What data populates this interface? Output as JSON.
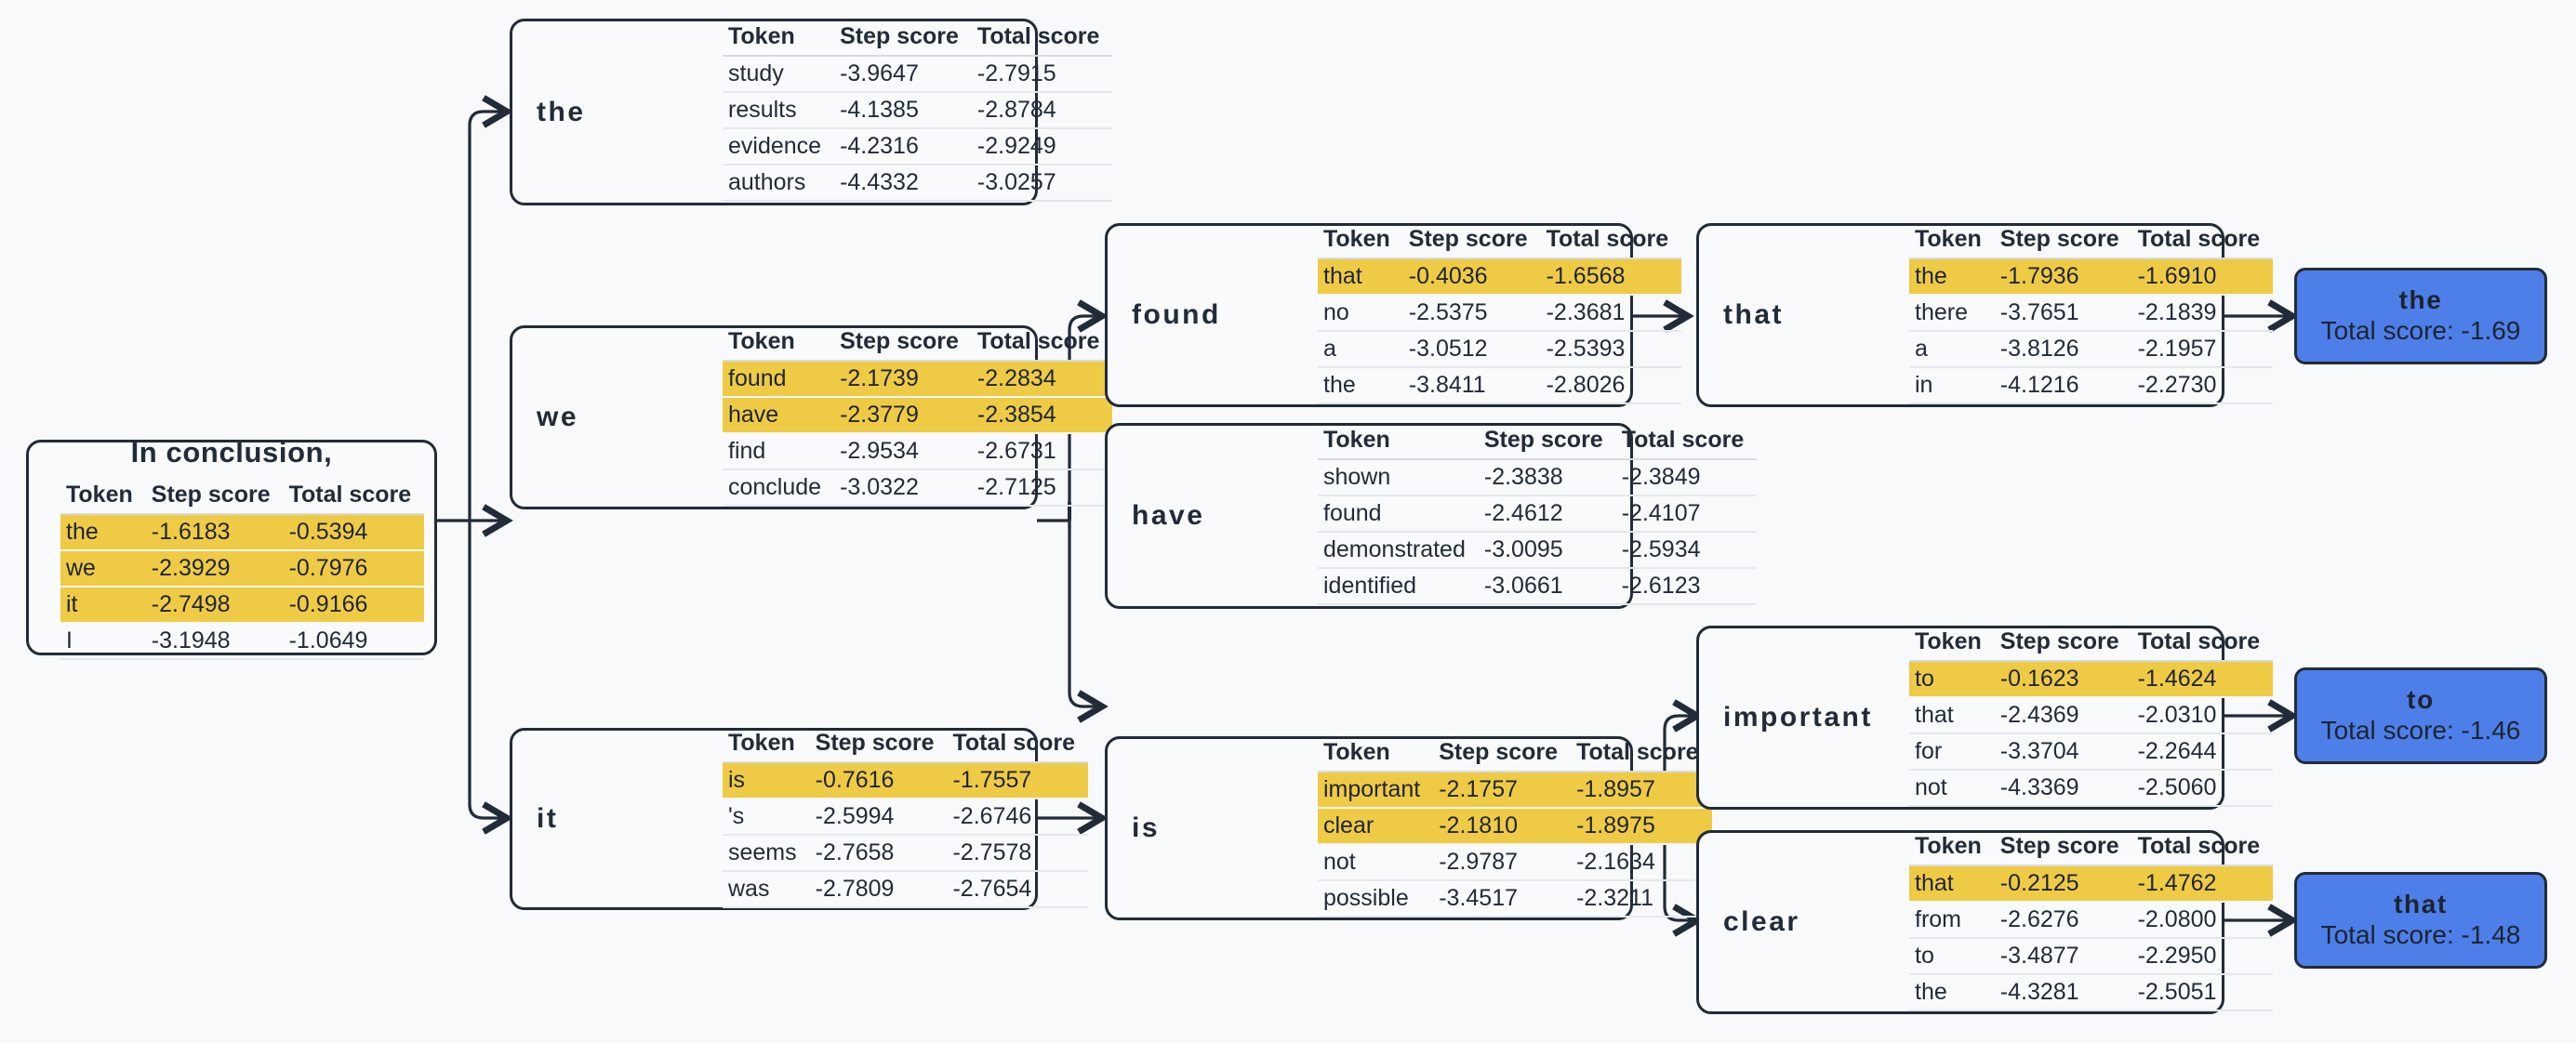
{
  "meta": {
    "background_color": "#f7f9fa",
    "node_border_color": "#222b38",
    "highlight_color": "#efcb45",
    "terminal_color": "#4e7fe8",
    "columns": [
      "Token",
      "Step score",
      "Total score"
    ]
  },
  "columns": {
    "token": "Token",
    "step_score": "Step score",
    "total_score": "Total score"
  },
  "nodes": {
    "root": {
      "title": "In conclusion,",
      "rows": [
        {
          "token": "the",
          "step": "-1.6183",
          "total": "-0.5394",
          "highlight": true
        },
        {
          "token": "we",
          "step": "-2.3929",
          "total": "-0.7976",
          "highlight": true
        },
        {
          "token": "it",
          "step": "-2.7498",
          "total": "-0.9166",
          "highlight": true
        },
        {
          "token": "I",
          "step": "-3.1948",
          "total": "-1.0649",
          "highlight": false
        }
      ]
    },
    "the": {
      "label": "the",
      "rows": [
        {
          "token": "study",
          "step": "-3.9647",
          "total": "-2.7915",
          "highlight": false
        },
        {
          "token": "results",
          "step": "-4.1385",
          "total": "-2.8784",
          "highlight": false
        },
        {
          "token": "evidence",
          "step": "-4.2316",
          "total": "-2.9249",
          "highlight": false
        },
        {
          "token": "authors",
          "step": "-4.4332",
          "total": "-3.0257",
          "highlight": false
        }
      ]
    },
    "we": {
      "label": "we",
      "rows": [
        {
          "token": "found",
          "step": "-2.1739",
          "total": "-2.2834",
          "highlight": true
        },
        {
          "token": "have",
          "step": "-2.3779",
          "total": "-2.3854",
          "highlight": true
        },
        {
          "token": "find",
          "step": "-2.9534",
          "total": "-2.6731",
          "highlight": false
        },
        {
          "token": "conclude",
          "step": "-3.0322",
          "total": "-2.7125",
          "highlight": false
        }
      ]
    },
    "it": {
      "label": "it",
      "rows": [
        {
          "token": "is",
          "step": "-0.7616",
          "total": "-1.7557",
          "highlight": true
        },
        {
          "token": "'s",
          "step": "-2.5994",
          "total": "-2.6746",
          "highlight": false
        },
        {
          "token": "seems",
          "step": "-2.7658",
          "total": "-2.7578",
          "highlight": false
        },
        {
          "token": "was",
          "step": "-2.7809",
          "total": "-2.7654",
          "highlight": false
        }
      ]
    },
    "found": {
      "label": "found",
      "rows": [
        {
          "token": "that",
          "step": "-0.4036",
          "total": "-1.6568",
          "highlight": true
        },
        {
          "token": "no",
          "step": "-2.5375",
          "total": "-2.3681",
          "highlight": false
        },
        {
          "token": "a",
          "step": "-3.0512",
          "total": "-2.5393",
          "highlight": false
        },
        {
          "token": "the",
          "step": "-3.8411",
          "total": "-2.8026",
          "highlight": false
        }
      ]
    },
    "have": {
      "label": "have",
      "rows": [
        {
          "token": "shown",
          "step": "-2.3838",
          "total": "-2.3849",
          "highlight": false
        },
        {
          "token": "found",
          "step": "-2.4612",
          "total": "-2.4107",
          "highlight": false
        },
        {
          "token": "demonstrated",
          "step": "-3.0095",
          "total": "-2.5934",
          "highlight": false
        },
        {
          "token": "identified",
          "step": "-3.0661",
          "total": "-2.6123",
          "highlight": false
        }
      ]
    },
    "is": {
      "label": "is",
      "rows": [
        {
          "token": "important",
          "step": "-2.1757",
          "total": "-1.8957",
          "highlight": true
        },
        {
          "token": "clear",
          "step": "-2.1810",
          "total": "-1.8975",
          "highlight": true
        },
        {
          "token": "not",
          "step": "-2.9787",
          "total": "-2.1634",
          "highlight": false
        },
        {
          "token": "possible",
          "step": "-3.4517",
          "total": "-2.3211",
          "highlight": false
        }
      ]
    },
    "that": {
      "label": "that",
      "rows": [
        {
          "token": "the",
          "step": "-1.7936",
          "total": "-1.6910",
          "highlight": true
        },
        {
          "token": "there",
          "step": "-3.7651",
          "total": "-2.1839",
          "highlight": false
        },
        {
          "token": "a",
          "step": "-3.8126",
          "total": "-2.1957",
          "highlight": false
        },
        {
          "token": "in",
          "step": "-4.1216",
          "total": "-2.2730",
          "highlight": false
        }
      ]
    },
    "important": {
      "label": "important",
      "rows": [
        {
          "token": "to",
          "step": "-0.1623",
          "total": "-1.4624",
          "highlight": true
        },
        {
          "token": "that",
          "step": "-2.4369",
          "total": "-2.0310",
          "highlight": false
        },
        {
          "token": "for",
          "step": "-3.3704",
          "total": "-2.2644",
          "highlight": false
        },
        {
          "token": "not",
          "step": "-4.3369",
          "total": "-2.5060",
          "highlight": false
        }
      ]
    },
    "clear": {
      "label": "clear",
      "rows": [
        {
          "token": "that",
          "step": "-0.2125",
          "total": "-1.4762",
          "highlight": true
        },
        {
          "token": "from",
          "step": "-2.6276",
          "total": "-2.0800",
          "highlight": false
        },
        {
          "token": "to",
          "step": "-3.4877",
          "total": "-2.2950",
          "highlight": false
        },
        {
          "token": "the",
          "step": "-4.3281",
          "total": "-2.5051",
          "highlight": false
        }
      ]
    }
  },
  "terminals": [
    {
      "id": "terminal-the",
      "token": "the",
      "score_line": "Total score: -1.69"
    },
    {
      "id": "terminal-to",
      "token": "to",
      "score_line": "Total score: -1.46"
    },
    {
      "id": "terminal-that",
      "token": "that",
      "score_line": "Total score: -1.48"
    }
  ]
}
